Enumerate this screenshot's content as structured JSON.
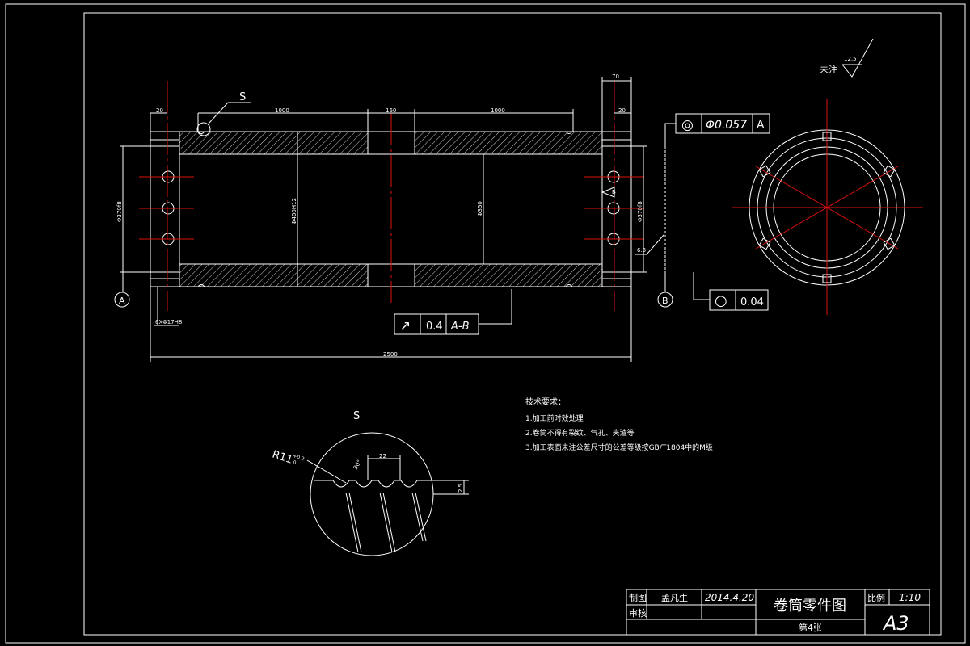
{
  "dimensions": {
    "end_flange_w": "20",
    "segment_left": "1000",
    "mid_gap": "160",
    "segment_right": "1000",
    "flange_w_right": "20",
    "top_right": "70",
    "overall_length": "2500",
    "dia_left": "Φ370f8",
    "dia_inner": "Φ400H12",
    "dia_bore": "Φ350",
    "dia_right": "Φ370f8",
    "hole_note": "6XΦ17H8",
    "surface_63": "6.3",
    "b_mark": "B"
  },
  "labels": {
    "section_s": "S",
    "datum_a": "A",
    "datum_b": "B",
    "detail_title": "S",
    "roughness_note": "未注",
    "roughness_value": "12.5"
  },
  "tolerance_frames": {
    "coaxiality": {
      "symbol": "◎",
      "value": "Φ0.057",
      "datum": "A"
    },
    "roundness": {
      "symbol": "○",
      "value": "0.04"
    },
    "runout": {
      "symbol": "↗",
      "value": "0.4",
      "datum": "A-B"
    }
  },
  "detail": {
    "radius": "R11",
    "radius_tol_up": "+0.2",
    "radius_tol_low": "0",
    "pitch": "22",
    "depth": "2.5",
    "angle": "30°"
  },
  "notes": {
    "heading": "技术要求：",
    "items": [
      "1.加工前时效处理",
      "2.卷筒不得有裂纹、气孔、夹渣等",
      "3.加工表面未注公差尺寸的公差等级按GB/T1804中的M级"
    ]
  },
  "title_block": {
    "drawn_label": "制图",
    "drawn_name": "孟凡生",
    "drawn_date": "2014.4.20",
    "check_label": "审核",
    "title": "卷筒零件图",
    "sheet": "第4张",
    "scale_label": "比例",
    "scale_value": "1:10",
    "size": "A3"
  }
}
